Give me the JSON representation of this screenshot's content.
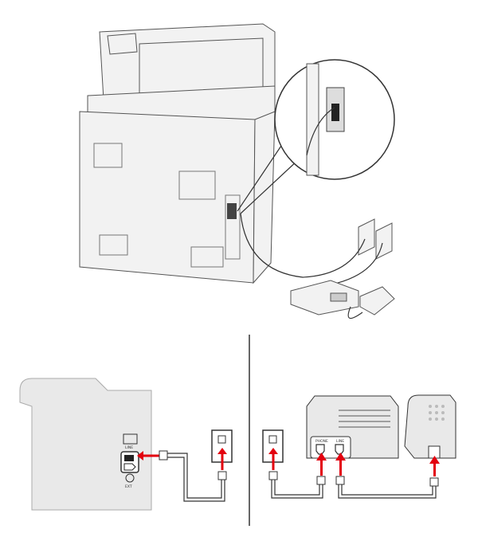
{
  "labels": {
    "printer_line": "LINE",
    "printer_ext": "EXT",
    "fax_phone": "PHONE",
    "fax_line": "LINE"
  },
  "colors": {
    "arrow": "#e3000f",
    "device_fill": "#ececec",
    "outline": "#333333"
  }
}
